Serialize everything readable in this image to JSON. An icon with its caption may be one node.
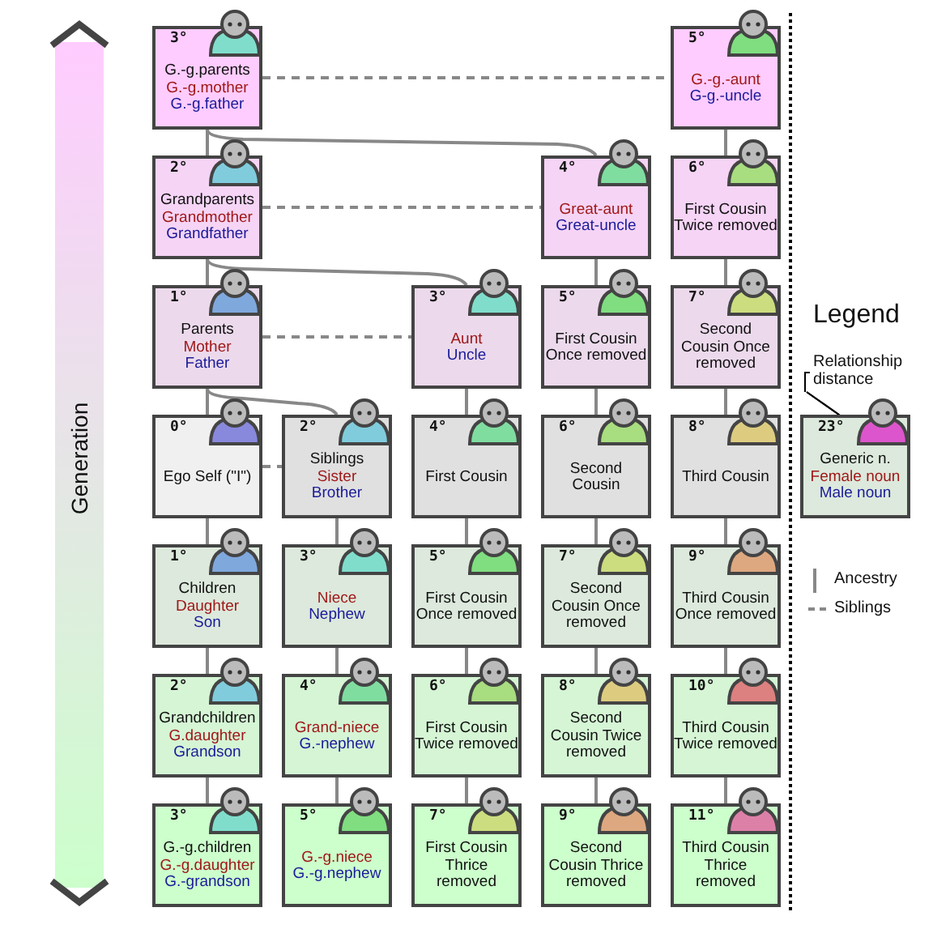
{
  "diagram": {
    "nodes": [
      {
        "text": [
          "3°",
          "G.-g.parents",
          "G.-g.mother",
          "G.-g.father"
        ]
      },
      {
        "text": [
          "5°",
          "G.-g.-aunt",
          "G-g.-uncle"
        ]
      },
      {
        "text": [
          "2°",
          "Grandparents",
          "Grandmother",
          "Grandfather"
        ]
      },
      {
        "text": [
          "4°",
          "Great-aunt",
          "Great-uncle"
        ]
      },
      {
        "text": [
          "6°",
          "First Cousin Twice removed"
        ]
      },
      {
        "text": [
          "1°",
          "Parents",
          "Mother",
          "Father"
        ]
      },
      {
        "text": [
          "3°",
          "Aunt",
          "Uncle"
        ]
      },
      {
        "text": [
          "5°",
          "First Cousin Once removed"
        ]
      },
      {
        "text": [
          "7°",
          "Second Cousin Once removed"
        ]
      },
      {
        "text": [
          "0°",
          "Ego Self (\"I\")"
        ]
      },
      {
        "text": [
          "2°",
          "Siblings",
          "Sister",
          "Brother"
        ]
      },
      {
        "text": [
          "4°",
          "First Cousin"
        ]
      },
      {
        "text": [
          "6°",
          "Second Cousin"
        ]
      },
      {
        "text": [
          "8°",
          "Third Cousin"
        ]
      },
      {
        "text": [
          "1°",
          "Children",
          "Daughter",
          "Son"
        ]
      },
      {
        "text": [
          "3°",
          "Niece",
          "Nephew"
        ]
      },
      {
        "text": [
          "5°",
          "First Cousin Once removed"
        ]
      },
      {
        "text": [
          "7°",
          "Second Cousin Once removed"
        ]
      },
      {
        "text": [
          "9°",
          "Third Cousin Once removed"
        ]
      },
      {
        "text": [
          "2°",
          "Grandchildren",
          "G.daughter",
          "Grandson"
        ]
      },
      {
        "text": [
          "4°",
          "Grand-niece",
          "G.-nephew"
        ]
      },
      {
        "text": [
          "6°",
          "First Cousin Twice removed"
        ]
      },
      {
        "text": [
          "8°",
          "Second Cousin Twice removed"
        ]
      },
      {
        "text": [
          "10°",
          "Third Cousin Twice removed"
        ]
      },
      {
        "text": [
          "3°",
          "G.-g.children",
          "G.-g.daughter",
          "G.-grandson"
        ]
      },
      {
        "text": [
          "5°",
          "G.-g.niece",
          "G.-g.nephew"
        ]
      },
      {
        "text": [
          "7°",
          "First Cousin Thrice removed"
        ]
      },
      {
        "text": [
          "9°",
          "Second Cousin Thrice removed"
        ]
      },
      {
        "text": [
          "11°",
          "Third Cousin Thrice removed"
        ]
      },
      {
        "text": [
          "23°",
          "Generic n.",
          "Female noun",
          "Male noun"
        ]
      },
      {
        "text": [
          "Relationship distance"
        ]
      }
    ],
    "edges": [
      {
        "from": 0,
        "to": 1,
        "arrow": "none",
        "style": "dashed"
      },
      {
        "from": 0,
        "to": 2,
        "arrow": "none"
      },
      {
        "from": 0,
        "to": 3,
        "arrow": "none"
      },
      {
        "from": 1,
        "to": 4,
        "arrow": "none"
      },
      {
        "from": 2,
        "to": 3,
        "arrow": "none",
        "style": "dashed"
      },
      {
        "from": 2,
        "to": 5,
        "arrow": "none"
      },
      {
        "from": 2,
        "to": 6,
        "arrow": "none"
      },
      {
        "from": 3,
        "to": 7,
        "arrow": "none"
      },
      {
        "from": 4,
        "to": 8,
        "arrow": "none"
      },
      {
        "from": 5,
        "to": 6,
        "arrow": "none",
        "style": "dashed"
      },
      {
        "from": 5,
        "to": 9,
        "arrow": "none"
      },
      {
        "from": 5,
        "to": 10,
        "arrow": "none"
      },
      {
        "from": 6,
        "to": 11,
        "arrow": "none"
      },
      {
        "from": 7,
        "to": 12,
        "arrow": "none"
      },
      {
        "from": 8,
        "to": 13,
        "arrow": "none"
      },
      {
        "from": 9,
        "to": 10,
        "arrow": "none",
        "style": "dashed"
      },
      {
        "from": 9,
        "to": 14,
        "arrow": "none"
      },
      {
        "from": 10,
        "to": 15,
        "arrow": "none"
      },
      {
        "from": 11,
        "to": 16,
        "arrow": "none"
      },
      {
        "from": 12,
        "to": 17,
        "arrow": "none"
      },
      {
        "from": 13,
        "to": 18,
        "arrow": "none"
      },
      {
        "from": 14,
        "to": 19,
        "arrow": "none"
      },
      {
        "from": 15,
        "to": 20,
        "arrow": "none"
      },
      {
        "from": 16,
        "to": 21,
        "arrow": "none"
      },
      {
        "from": 17,
        "to": 22,
        "arrow": "none"
      },
      {
        "from": 18,
        "to": 23,
        "arrow": "none"
      },
      {
        "from": 19,
        "to": 24,
        "arrow": "none"
      },
      {
        "from": 20,
        "to": 25,
        "arrow": "none"
      },
      {
        "from": 21,
        "to": 26,
        "arrow": "none"
      },
      {
        "from": 22,
        "to": 27,
        "arrow": "none"
      },
      {
        "from": 23,
        "to": 28,
        "arrow": "none"
      },
      {
        "from": 30,
        "to": 29,
        "arrow": "none",
        "color": "#000000"
      },
      {
        "from": 30,
        "to": 29,
        "arrow": "none",
        "color": "#000000"
      }
    ],
    "labels": [
      "Generation",
      "Legend"
    ],
    "legend": [
      {
        "text": "Ancestry"
      },
      {
        "text": "Siblings"
      }
    ]
  }
}
